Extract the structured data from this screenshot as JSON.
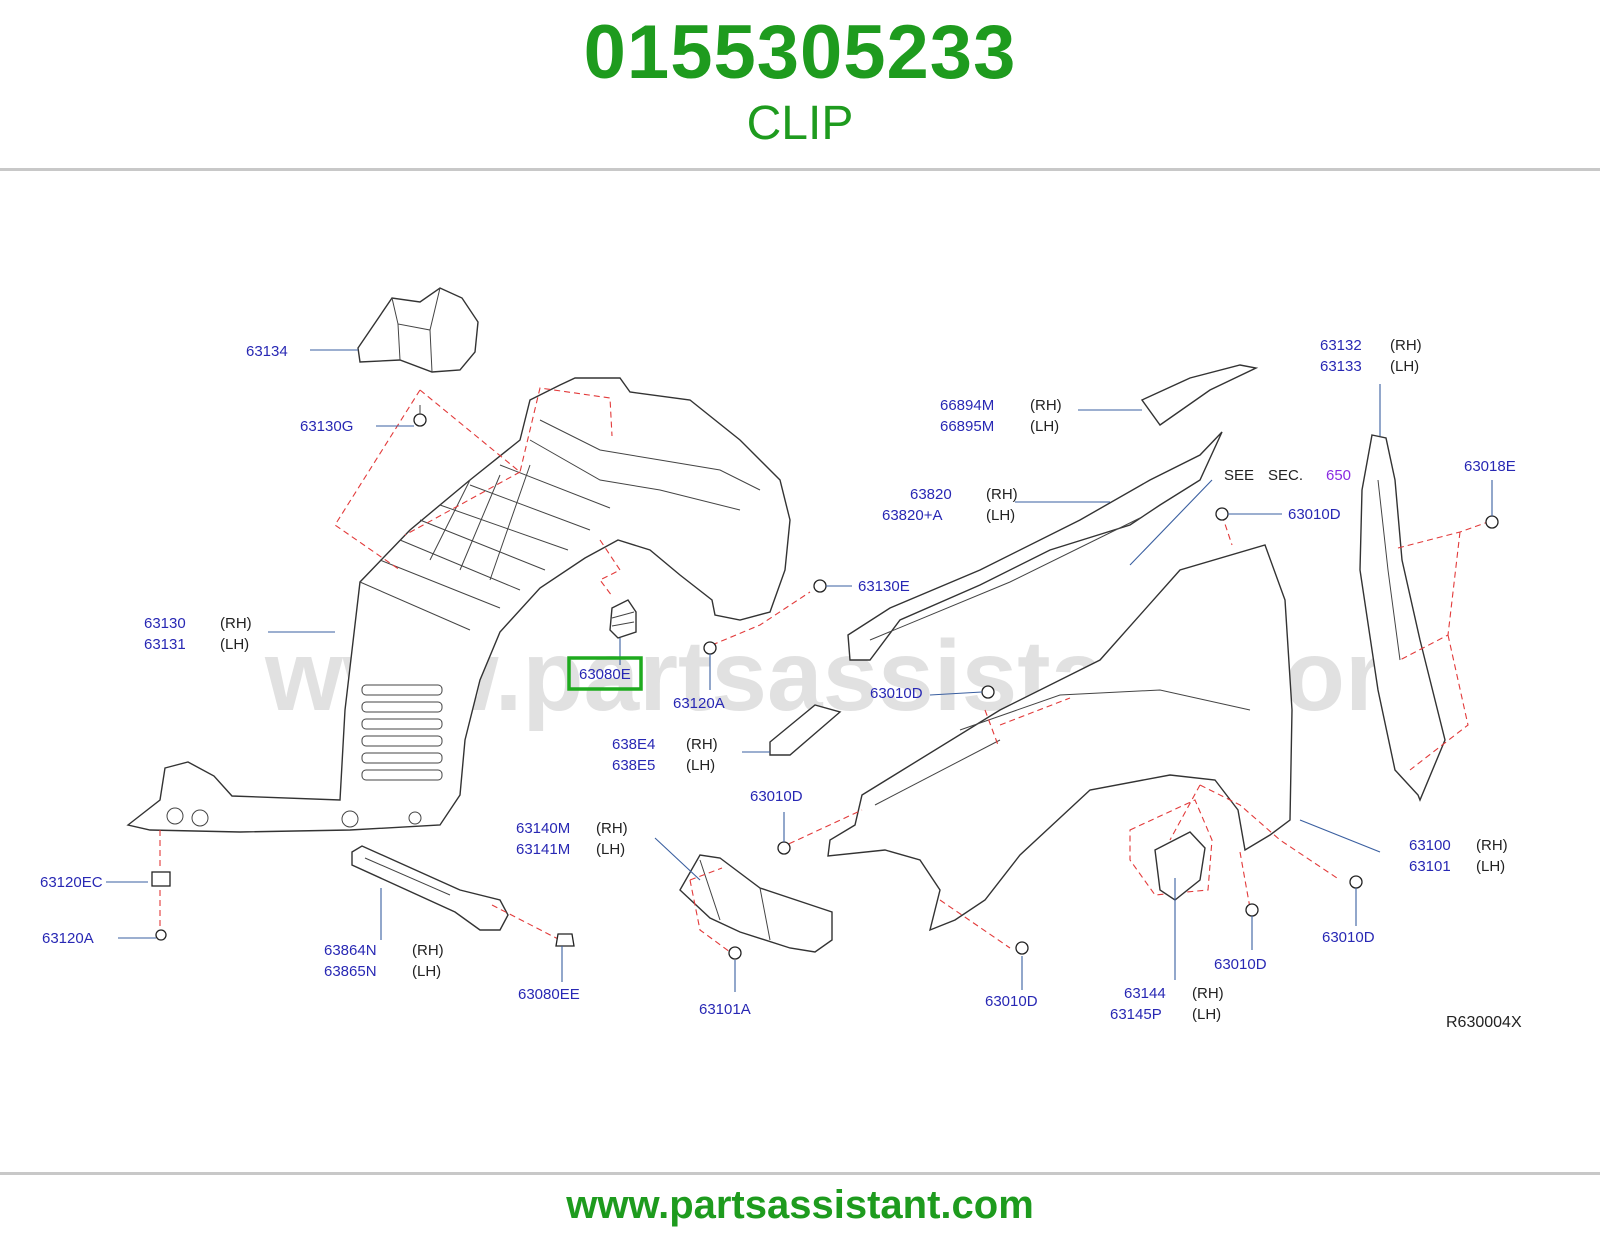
{
  "header": {
    "part_number": "0155305233",
    "part_name": "CLIP"
  },
  "footer": {
    "url": "www.partsassistant.com"
  },
  "diagram": {
    "watermark": "www.partsassistant.com",
    "reference_code": "R630004X",
    "see_sec": {
      "see": "SEE",
      "sec": "SEC.",
      "number": "650"
    },
    "highlighted_callout": "63080E",
    "highlight_color": "#1eaa1e",
    "callouts": {
      "c63134": "63134",
      "c63130G": "63130G",
      "c63130": "63130",
      "c63130_rh": "(RH)",
      "c63131": "63131",
      "c63131_lh": "(LH)",
      "c63120EC": "63120EC",
      "c63120A_left": "63120A",
      "c63864N": "63864N",
      "c63864N_rh": "(RH)",
      "c63865N": "63865N",
      "c63865N_lh": "(LH)",
      "c63080EE": "63080EE",
      "c63120A_mid": "63120A",
      "c63130E": "63130E",
      "c638E4": "638E4",
      "c638E4_rh": "(RH)",
      "c638E5": "638E5",
      "c638E5_lh": "(LH)",
      "c63140M": "63140M",
      "c63140M_rh": "(RH)",
      "c63141M": "63141M",
      "c63141M_lh": "(LH)",
      "c63101A": "63101A",
      "c63010D_a": "63010D",
      "c63010D_b": "63010D",
      "c63010D_c": "63010D",
      "c63010D_d": "63010D",
      "c63010D_e": "63010D",
      "c63010D_f": "63010D",
      "c66894M": "66894M",
      "c66894M_rh": "(RH)",
      "c66895M": "66895M",
      "c66895M_lh": "(LH)",
      "c63820": "63820",
      "c63820_rh": "(RH)",
      "c63820A": "63820+A",
      "c63820A_lh": "(LH)",
      "c63132": "63132",
      "c63132_rh": "(RH)",
      "c63133": "63133",
      "c63133_lh": "(LH)",
      "c63018E": "63018E",
      "c63100": "63100",
      "c63100_rh": "(RH)",
      "c63101": "63101",
      "c63101_lh": "(LH)",
      "c63144": "63144",
      "c63144_rh": "(RH)",
      "c63145P": "63145P",
      "c63145P_lh": "(LH)"
    }
  }
}
